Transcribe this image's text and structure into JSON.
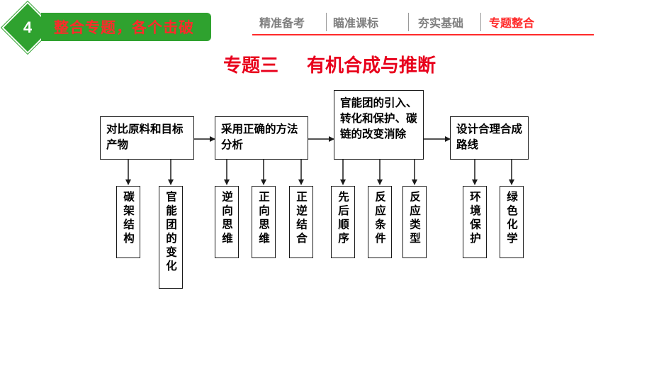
{
  "header": {
    "badge_number": "4",
    "title": "整合专题，各个击破"
  },
  "nav": {
    "items": [
      {
        "label": "精准备考",
        "active": false
      },
      {
        "label": "瞄准课标",
        "active": false
      },
      {
        "label": "夯实基础",
        "active": false
      },
      {
        "label": "专题整合",
        "active": true
      }
    ]
  },
  "title": {
    "part1": "专题三",
    "part2": "有机合成与推断"
  },
  "diagram": {
    "steps": [
      {
        "label": "对比原料和目标产物",
        "children": [
          "碳架结构",
          "官能团的变化"
        ]
      },
      {
        "label": "采用正确的方法分析",
        "children": [
          "逆向思维",
          "正向思维",
          "正逆结合"
        ]
      },
      {
        "label": "官能团的引入、转化和保护、碳链的改变消除",
        "children": [
          "先后顺序",
          "反应条件",
          "反应类型"
        ]
      },
      {
        "label": "设计合理合成路线",
        "children": [
          "环境保护",
          "绿色化学"
        ]
      }
    ]
  },
  "colors": {
    "badge_green": "#2fa22f",
    "title_red": "#e8001c",
    "nav_gray": "#7f7f7f"
  }
}
